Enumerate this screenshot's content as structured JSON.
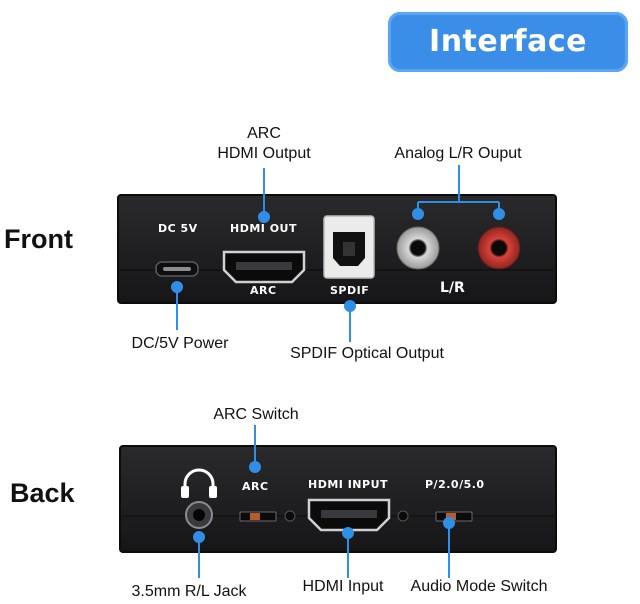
{
  "header": {
    "badge": "Interface"
  },
  "front": {
    "title": "Front",
    "panel": {
      "dc_label": "DC 5V",
      "hdmi_out_label": "HDMI OUT",
      "arc_label": "ARC",
      "spdif_label": "SPDIF",
      "lr_label": "L/R"
    },
    "callouts": {
      "arc_hdmi_output": [
        "ARC",
        "HDMI Output"
      ],
      "analog_lr": "Analog L/R Ouput",
      "dc_power": "DC/5V Power",
      "spdif_optical": "SPDIF Optical Output"
    }
  },
  "back": {
    "title": "Back",
    "panel": {
      "arc_label": "ARC",
      "hdmi_input_label": "HDMI INPUT",
      "mode_label": "P/2.0/5.0"
    },
    "callouts": {
      "arc_switch": "ARC Switch",
      "jack": "3.5mm R/L Jack",
      "hdmi_input": "HDMI Input",
      "audio_mode_switch": "Audio Mode Switch"
    }
  },
  "colors": {
    "accent": "#3b8ee8",
    "panel": "#1e1e20",
    "callout_dot": "#2f8fe6"
  }
}
